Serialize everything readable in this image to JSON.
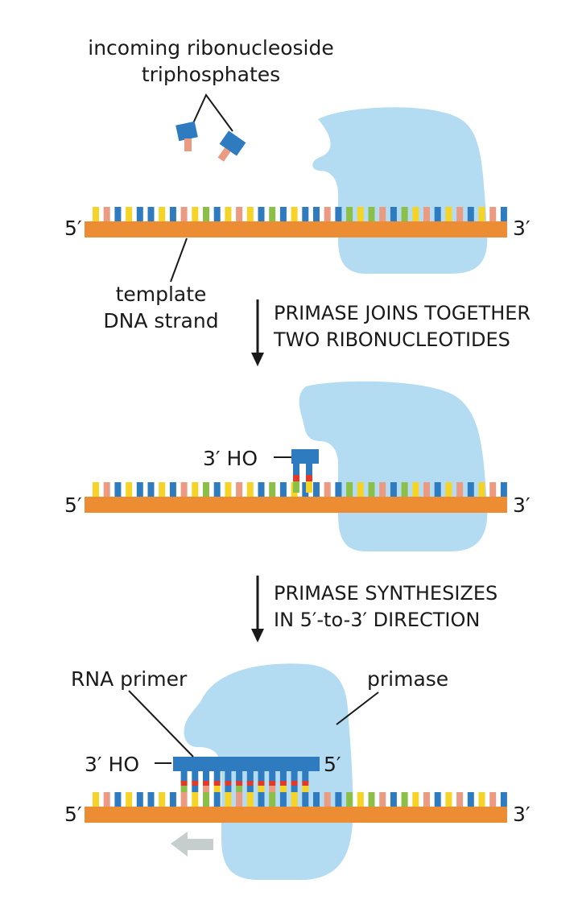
{
  "colors": {
    "strand": "#ec8c33",
    "primase": "#b3dbf1",
    "rna": "#2f7bbf",
    "base_yellow": "#f5d327",
    "base_blue": "#2f7bbf",
    "base_pink": "#ec9b83",
    "base_green": "#8cbf48",
    "base_red": "#e23a2a",
    "arrow_gray": "#c6cecd"
  },
  "labels": {
    "incoming_line1": "incoming ribonucleoside",
    "incoming_line2": "triphosphates",
    "template_line1": "template",
    "template_line2": "DNA strand",
    "five_prime": "5′",
    "three_prime": "3′",
    "three_prime_ho": "3′  HO",
    "rna_primer": "RNA primer",
    "primase": "primase"
  },
  "steps": [
    {
      "line1": "PRIMASE JOINS TOGETHER",
      "line2": "TWO RIBONUCLEOTIDES"
    },
    {
      "line1": "PRIMASE SYNTHESIZES",
      "line2": "IN 5′-to-3′ DIRECTION"
    }
  ],
  "template_bases": [
    "yellow",
    "pink",
    "blue",
    "yellow",
    "blue",
    "blue",
    "yellow",
    "blue",
    "pink",
    "yellow",
    "green",
    "blue",
    "yellow",
    "pink",
    "yellow",
    "blue",
    "green",
    "blue",
    "yellow",
    "blue",
    "blue",
    "pink",
    "blue",
    "green",
    "yellow",
    "green",
    "pink",
    "blue",
    "green",
    "yellow",
    "pink",
    "blue",
    "yellow",
    "pink",
    "blue",
    "yellow",
    "pink",
    "blue"
  ]
}
